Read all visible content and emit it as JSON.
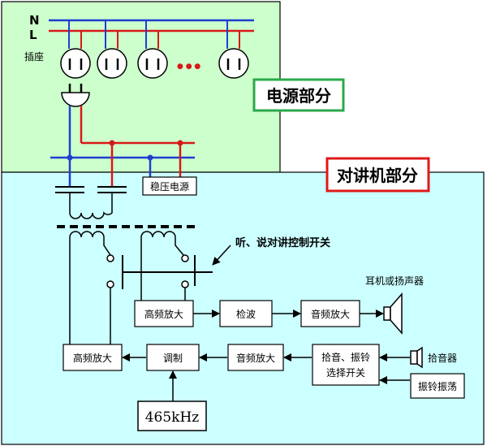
{
  "regions": {
    "power_label": "电源部分",
    "intercom_label": "对讲机部分"
  },
  "mains": {
    "n_label": "N",
    "l_label": "L",
    "socket_label": "插座",
    "ellipsis": "● ● ●"
  },
  "blocks": {
    "regulated_power": "稳压电源",
    "hf_amp_top": "高频放大",
    "detector": "检波",
    "af_amp_top": "音频放大",
    "hf_amp_bottom": "高频放大",
    "modulator": "调制",
    "af_amp_bottom": "音频放大",
    "selector_line1": "拾音、振铃",
    "selector_line2": "选择开关",
    "oscillator": "465kHz",
    "ring_osc": "振铃振荡"
  },
  "labels": {
    "switch_label": "听、说对讲控制开关",
    "speaker_label": "耳机或扬声器",
    "mic_label": "拾音器"
  },
  "colors": {
    "power_bg": "#ccffcc",
    "intercom_bg": "#ccffff",
    "neutral_wire": "#1f3fd0",
    "live_wire": "#d81818",
    "power_frame": "#2aa84a",
    "intercom_frame": "#e01818"
  }
}
